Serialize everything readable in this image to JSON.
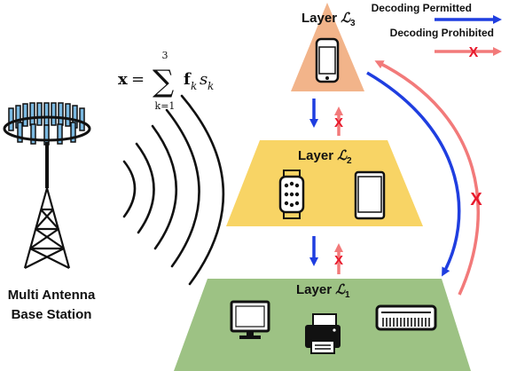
{
  "legend": {
    "permitted_label": "Decoding Permitted",
    "prohibited_label": "Decoding Prohibited",
    "permitted_color": "#1f3ee0",
    "prohibited_color": "#f27a7a",
    "cross_color": "#e8192c"
  },
  "formula": {
    "lhs": "x",
    "equals": "=",
    "sum_upper": "3",
    "sum_lower": "k=1",
    "sigma": "∑",
    "term_f": "f",
    "term_f_sub": "k",
    "term_s": "s",
    "term_s_sub": "k"
  },
  "base_station": {
    "label_line1": "Multi Antenna",
    "label_line2": "Base Station"
  },
  "layers": [
    {
      "prefix": "Layer ",
      "script": "ℒ",
      "sub": "3",
      "color": "#f2b48a",
      "devices": [
        "smartphone-icon"
      ]
    },
    {
      "prefix": "Layer ",
      "script": "ℒ",
      "sub": "2",
      "color": "#f8d465",
      "devices": [
        "smartwatch-icon",
        "tablet-icon"
      ]
    },
    {
      "prefix": "Layer ",
      "script": "ℒ",
      "sub": "1",
      "color": "#9dc284",
      "devices": [
        "monitor-icon",
        "printer-icon",
        "air-conditioner-icon"
      ]
    }
  ],
  "marks": {
    "cross": "X"
  }
}
